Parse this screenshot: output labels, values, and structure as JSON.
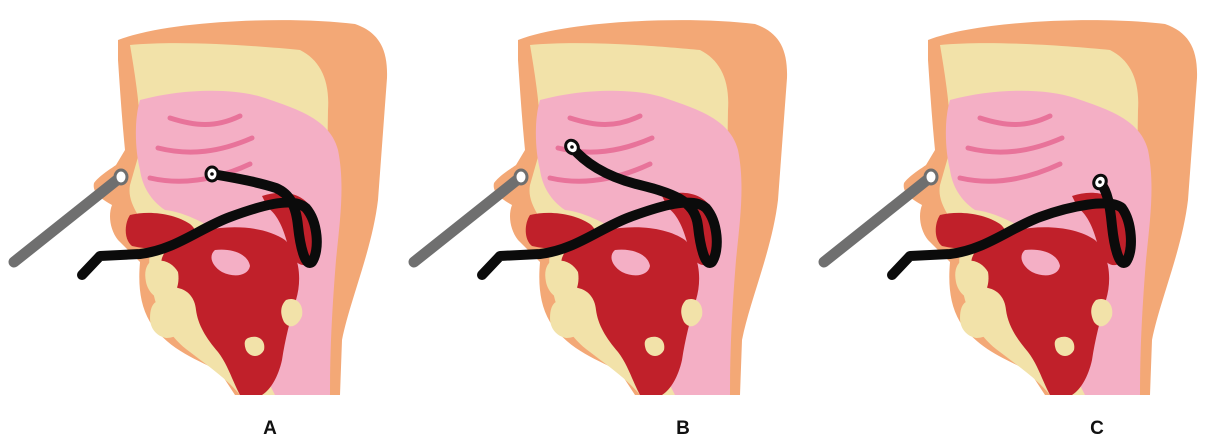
{
  "panels": [
    {
      "label": "A",
      "variant": "a"
    },
    {
      "label": "B",
      "variant": "b"
    },
    {
      "label": "C",
      "variant": "c"
    }
  ],
  "colors": {
    "skin": "#F3A876",
    "cartilage": "#F2E2A9",
    "mucosa": "#F4AFC5",
    "tissue": "#C0202A",
    "turbinate": "#E8739A",
    "tube_gray": "#6F6F6F",
    "scope_black": "#0B0B0B"
  }
}
